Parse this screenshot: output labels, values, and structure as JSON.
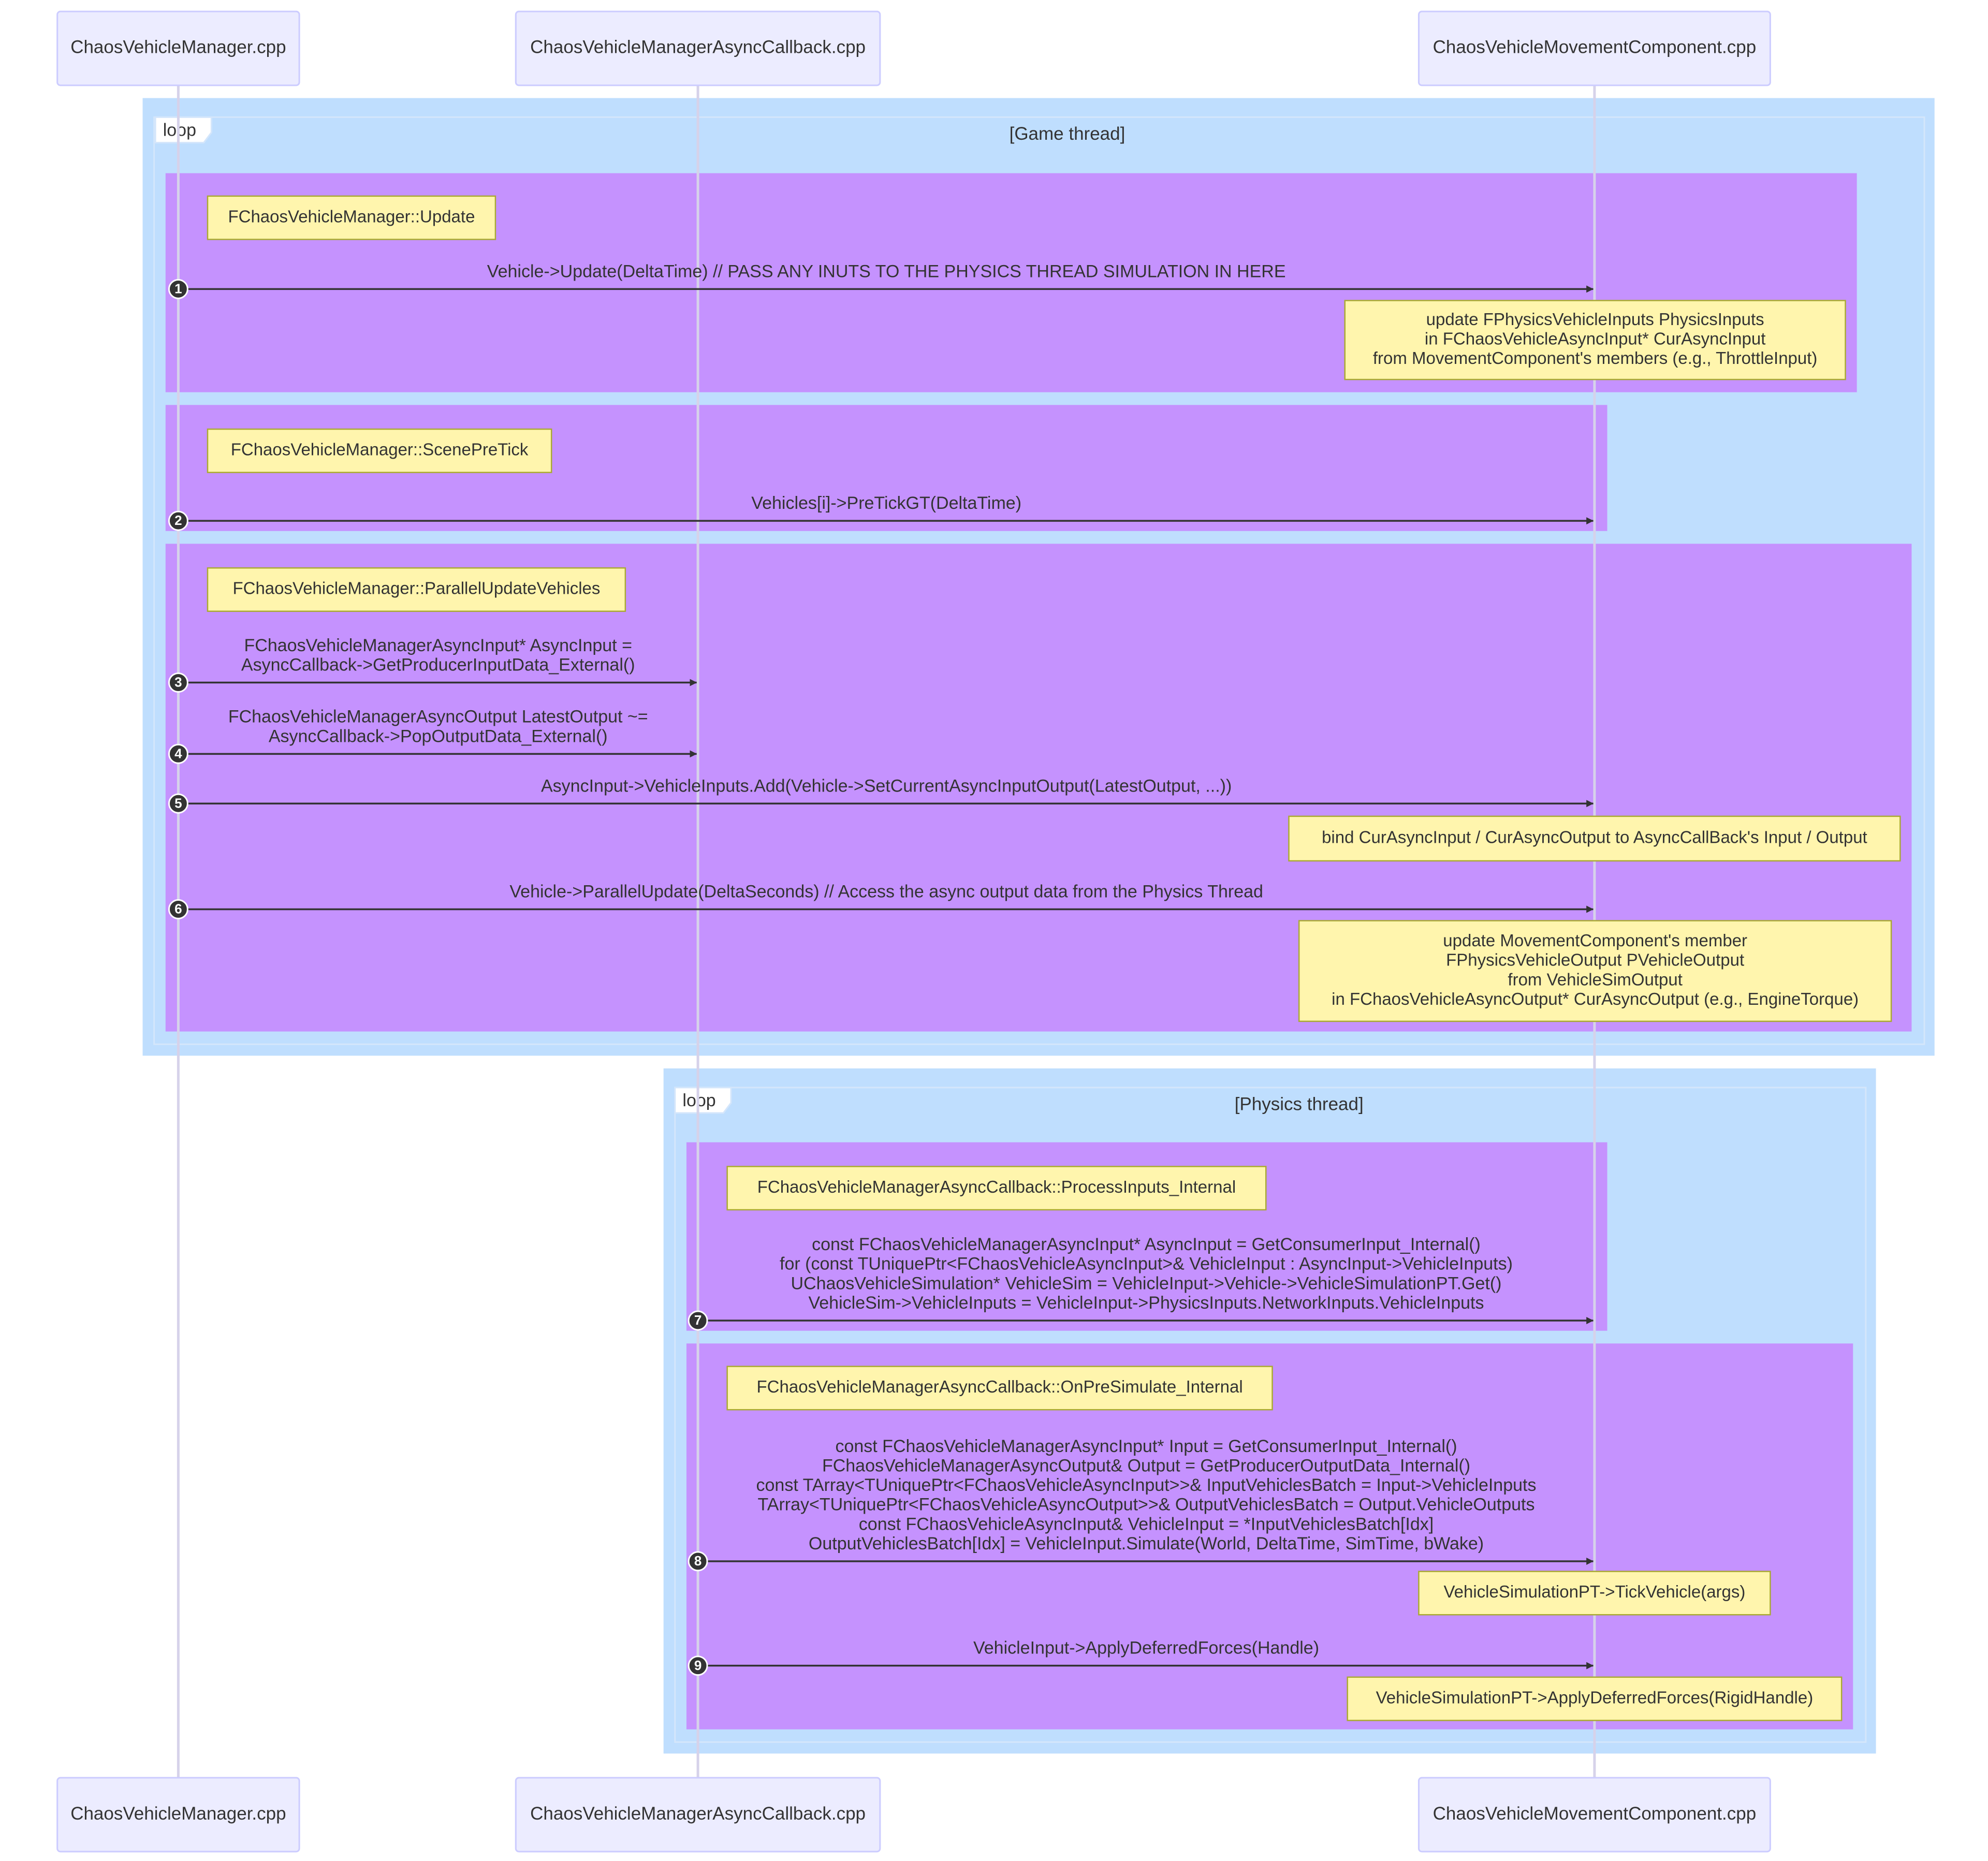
{
  "participants": [
    {
      "id": "mgr",
      "label": "ChaosVehicleManager.cpp"
    },
    {
      "id": "cb",
      "label": "ChaosVehicleManagerAsyncCallback.cpp"
    },
    {
      "id": "mc",
      "label": "ChaosVehicleMovementComponent.cpp"
    }
  ],
  "loops": [
    {
      "id": "game",
      "tag": "loop",
      "label": "[Game thread]"
    },
    {
      "id": "physics",
      "tag": "loop",
      "label": "[Physics thread]"
    }
  ],
  "sections": [
    {
      "id": "update",
      "title": "FChaosVehicleManager::Update"
    },
    {
      "id": "pretick",
      "title": "FChaosVehicleManager::ScenePreTick"
    },
    {
      "id": "parallel",
      "title": "FChaosVehicleManager::ParallelUpdateVehicles"
    },
    {
      "id": "process",
      "title": "FChaosVehicleManagerAsyncCallback::ProcessInputs_Internal"
    },
    {
      "id": "presim",
      "title": "FChaosVehicleManagerAsyncCallback::OnPreSimulate_Internal"
    }
  ],
  "messages": [
    {
      "num": "1",
      "from": "mgr",
      "to": "mc",
      "lines": [
        "Vehicle->Update(DeltaTime) // PASS ANY INUTS TO THE PHYSICS THREAD SIMULATION IN HERE"
      ]
    },
    {
      "num": "2",
      "from": "mgr",
      "to": "mc",
      "lines": [
        "Vehicles[i]->PreTickGT(DeltaTime)"
      ]
    },
    {
      "num": "3",
      "from": "mgr",
      "to": "cb",
      "lines": [
        "FChaosVehicleManagerAsyncInput* AsyncInput =",
        "AsyncCallback->GetProducerInputData_External()"
      ]
    },
    {
      "num": "4",
      "from": "mgr",
      "to": "cb",
      "lines": [
        "FChaosVehicleManagerAsyncOutput LatestOutput ~=",
        "AsyncCallback->PopOutputData_External()"
      ]
    },
    {
      "num": "5",
      "from": "mgr",
      "to": "mc",
      "lines": [
        "AsyncInput->VehicleInputs.Add(Vehicle->SetCurrentAsyncInputOutput(LatestOutput, ...))"
      ]
    },
    {
      "num": "6",
      "from": "mgr",
      "to": "mc",
      "lines": [
        "Vehicle->ParallelUpdate(DeltaSeconds) // Access the async output data from the Physics Thread"
      ]
    },
    {
      "num": "7",
      "from": "cb",
      "to": "mc",
      "lines": [
        "const FChaosVehicleManagerAsyncInput* AsyncInput = GetConsumerInput_Internal()",
        "for (const TUniquePtr<FChaosVehicleAsyncInput>& VehicleInput : AsyncInput->VehicleInputs)",
        "UChaosVehicleSimulation* VehicleSim = VehicleInput->Vehicle->VehicleSimulationPT.Get()",
        "VehicleSim->VehicleInputs = VehicleInput->PhysicsInputs.NetworkInputs.VehicleInputs"
      ]
    },
    {
      "num": "8",
      "from": "cb",
      "to": "mc",
      "lines": [
        "const FChaosVehicleManagerAsyncInput* Input = GetConsumerInput_Internal()",
        "FChaosVehicleManagerAsyncOutput& Output = GetProducerOutputData_Internal()",
        "const TArray<TUniquePtr<FChaosVehicleAsyncInput>>& InputVehiclesBatch = Input->VehicleInputs",
        "TArray<TUniquePtr<FChaosVehicleAsyncOutput>>& OutputVehiclesBatch = Output.VehicleOutputs",
        "const FChaosVehicleAsyncInput& VehicleInput = *InputVehiclesBatch[Idx]",
        "OutputVehiclesBatch[Idx] = VehicleInput.Simulate(World, DeltaTime, SimTime, bWake)"
      ]
    },
    {
      "num": "9",
      "from": "cb",
      "to": "mc",
      "lines": [
        "VehicleInput->ApplyDeferredForces(Handle)"
      ]
    }
  ],
  "notes": [
    {
      "id": "n1",
      "lines": [
        "update FPhysicsVehicleInputs PhysicsInputs",
        "in FChaosVehicleAsyncInput* CurAsyncInput",
        "from MovementComponent's members (e.g., ThrottleInput)"
      ]
    },
    {
      "id": "n2",
      "lines": [
        "bind CurAsyncInput / CurAsyncOutput to AsyncCallBack's Input / Output"
      ]
    },
    {
      "id": "n3",
      "lines": [
        "update MovementComponent's member",
        "FPhysicsVehicleOutput PVehicleOutput",
        "from VehicleSimOutput",
        "in FChaosVehicleAsyncOutput* CurAsyncOutput (e.g., EngineTorque)"
      ]
    },
    {
      "id": "n4",
      "lines": [
        "VehicleSimulationPT->TickVehicle(args)"
      ]
    },
    {
      "id": "n5",
      "lines": [
        "VehicleSimulationPT->ApplyDeferredForces(RigidHandle)"
      ]
    }
  ],
  "colors": {
    "loop_bg": "#bfdefe",
    "section_bg": "#c592fe",
    "note_bg": "#fff5ad",
    "note_border": "#aaaa33",
    "actor_bg": "#ececff",
    "actor_border": "#ccccff",
    "lifeline": "#d6d2ea",
    "arrow": "#333333",
    "text": "#333333",
    "badge": "#333333"
  }
}
